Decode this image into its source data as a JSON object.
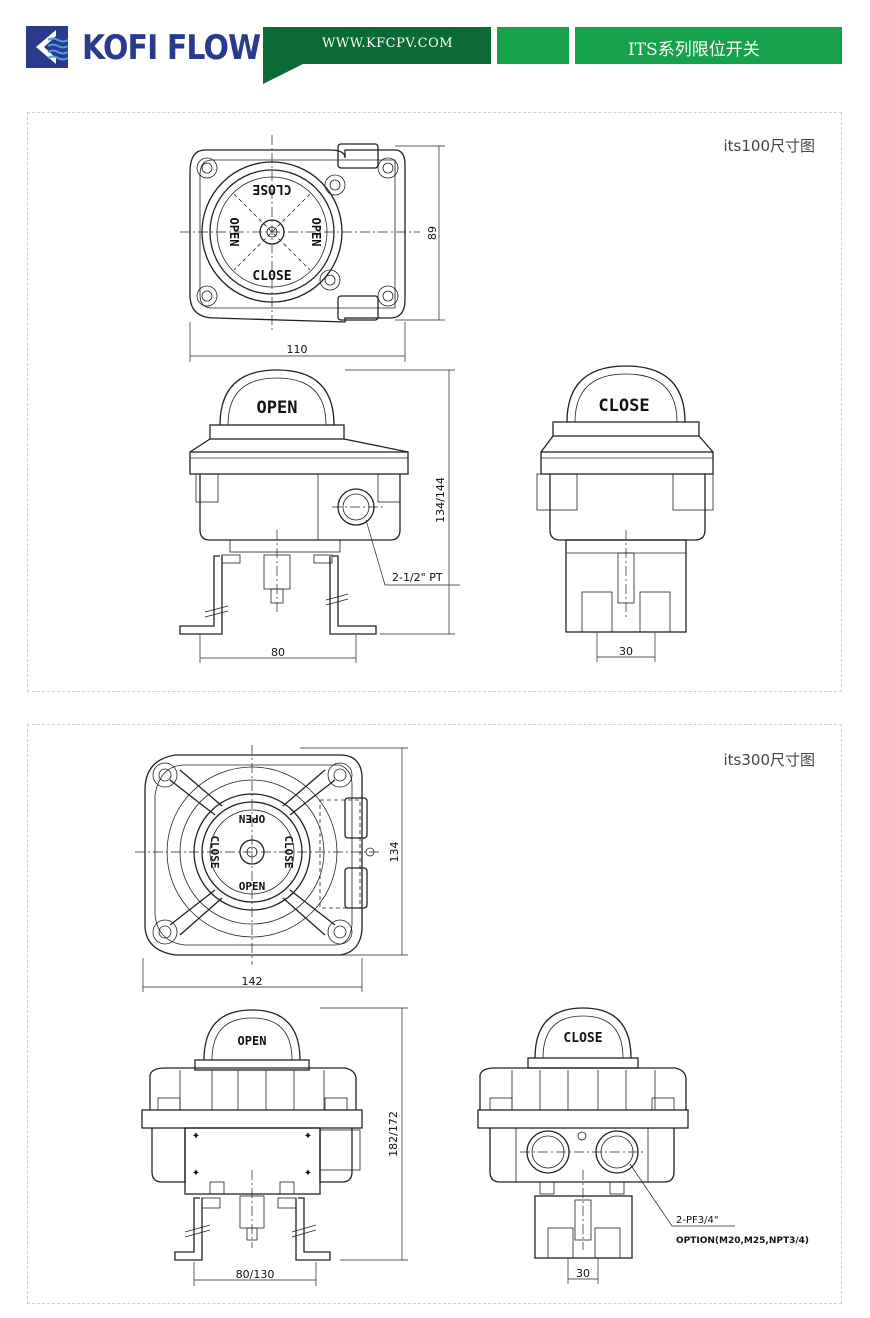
{
  "header": {
    "brand": "KOFI FLOW",
    "url": "WWW.KFCPV.COM",
    "title": "ITS系列限位开关",
    "colors": {
      "dark_green": "#0c6a34",
      "green": "#16a24a",
      "brand_blue": "#2a3a8c"
    }
  },
  "its100": {
    "label": "its100尺寸图",
    "top_view": {
      "open": "OPEN",
      "close": "CLOSE",
      "dim_width": "110",
      "dim_depth": "89"
    },
    "front_view": {
      "dome": "OPEN",
      "dim_height": "134/144",
      "dim_base": "80",
      "port": "2-1/2\" PT"
    },
    "side_view": {
      "dome": "CLOSE",
      "dim_base": "30"
    }
  },
  "its300": {
    "label": "its300尺寸图",
    "top_view": {
      "open": "OPEN",
      "close": "CLOSE",
      "dim_width": "142",
      "dim_depth": "134"
    },
    "front_view": {
      "dome": "OPEN",
      "dim_height": "182/172",
      "dim_base": "80/130"
    },
    "side_view": {
      "dome": "CLOSE",
      "dim_base": "30",
      "port": "2-PF3/4\"",
      "port_option": "OPTION(M20,M25,NPT3/4)"
    }
  }
}
